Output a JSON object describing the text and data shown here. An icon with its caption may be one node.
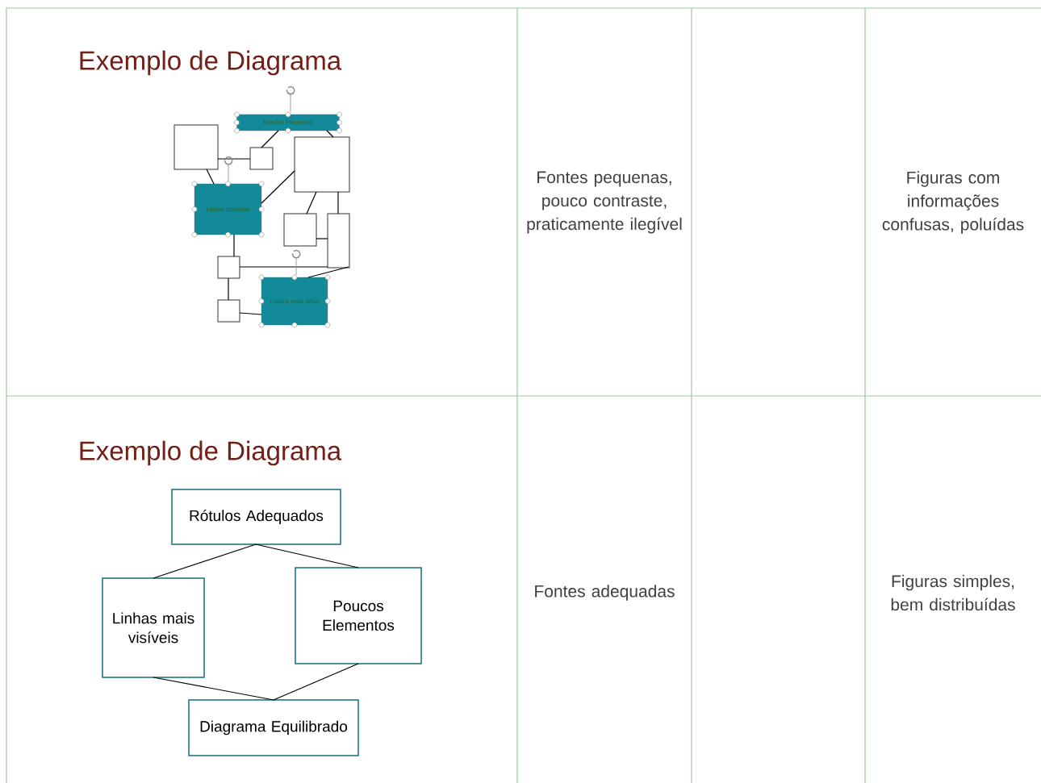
{
  "diagram": {
    "nodes": [
      {
        "text": [
          "Rótulos Pequenos"
        ]
      },
      {
        "text": [],
        "shape": "box"
      },
      {
        "text": [],
        "shape": "box"
      },
      {
        "text": [],
        "shape": "box"
      },
      {
        "text": [
          "Linhas Estreitas"
        ]
      },
      {
        "text": [],
        "shape": "box"
      },
      {
        "text": [],
        "shape": "box"
      },
      {
        "text": [],
        "shape": "box"
      },
      {
        "text": [
          "Leitura mais difícil"
        ]
      },
      {
        "text": [],
        "shape": "box"
      },
      {
        "text": [
          "Rótulos Adequados"
        ]
      },
      {
        "text": [
          "Linhas mais visíveis"
        ]
      },
      {
        "text": [
          "Poucos Elementos"
        ]
      },
      {
        "text": [
          "Diagrama Equilibrado"
        ]
      }
    ],
    "edges": [
      {
        "from": 0,
        "to": 2,
        "arrow": "none"
      },
      {
        "from": 0,
        "to": 3,
        "arrow": "none"
      },
      {
        "from": 1,
        "to": 4,
        "arrow": "none"
      },
      {
        "from": 1,
        "to": 2,
        "arrow": "none"
      },
      {
        "from": 4,
        "to": 3,
        "arrow": "none"
      },
      {
        "from": 3,
        "to": 5,
        "arrow": "none"
      },
      {
        "from": 3,
        "to": 6,
        "arrow": "none"
      },
      {
        "from": 5,
        "to": 6,
        "arrow": "none"
      },
      {
        "from": 4,
        "to": 7,
        "arrow": "none"
      },
      {
        "from": 7,
        "to": 9,
        "arrow": "none"
      },
      {
        "from": 7,
        "to": 6,
        "arrow": "none"
      },
      {
        "from": 6,
        "to": 8,
        "arrow": "none"
      },
      {
        "from": 9,
        "to": 8,
        "arrow": "none"
      },
      {
        "from": 10,
        "to": 11,
        "arrow": "none"
      },
      {
        "from": 10,
        "to": 12,
        "arrow": "none"
      },
      {
        "from": 11,
        "to": 13,
        "arrow": "none"
      },
      {
        "from": 12,
        "to": 13,
        "arrow": "none"
      }
    ],
    "labels": [
      "Exemplo de Diagrama",
      "Fontes pequenas, pouco contraste, praticamente ilegível",
      "Figuras com informações confusas, poluídas",
      "Exemplo de Diagrama",
      "Fontes adequadas",
      "Figuras simples, bem distribuídas"
    ]
  }
}
